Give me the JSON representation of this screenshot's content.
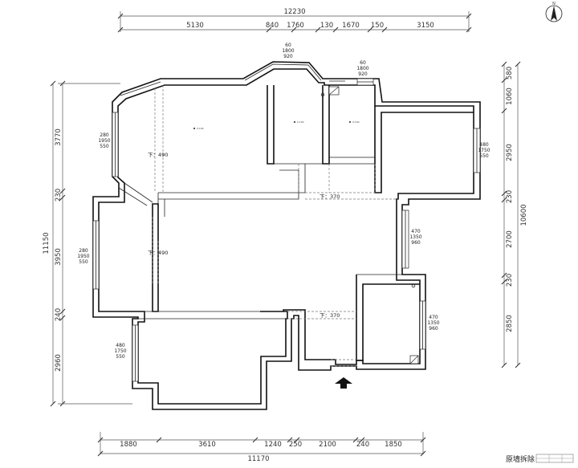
{
  "top_dims": {
    "overall": "12230",
    "segments": [
      "5130",
      "840",
      "1760",
      "130",
      "1670",
      "150",
      "3150"
    ]
  },
  "bottom_dims": {
    "overall": "11170",
    "segments": [
      "1880",
      "3610",
      "1240",
      "250",
      "2100",
      "240",
      "1850"
    ]
  },
  "left_dims": {
    "overall": "11150",
    "segments": [
      "3770",
      "230",
      "3950",
      "240",
      "2960"
    ]
  },
  "right_dims": {
    "overall": "10600",
    "segments": [
      "580",
      "1060",
      "2950",
      "230",
      "2700",
      "230",
      "2850"
    ]
  },
  "window_notes": {
    "bay_top": [
      "60",
      "1800",
      "920"
    ],
    "top_small": [
      "60",
      "1800",
      "920"
    ],
    "left_upper": [
      "280",
      "1950",
      "550"
    ],
    "left_middle": [
      "280",
      "1950",
      "550"
    ],
    "left_lower": [
      "480",
      "1750",
      "550"
    ],
    "right_upper": [
      "480",
      "1750",
      "550"
    ],
    "right_middle": [
      "470",
      "1350",
      "960"
    ],
    "right_lower": [
      "470",
      "1350",
      "960"
    ]
  },
  "level_notes": {
    "upper_left": "下：490",
    "middle_left": "下：490",
    "corridor_top": "下：370",
    "corridor_bottom": "下：370"
  },
  "tiny_notes": [
    "0.100",
    "0.100",
    "0.100"
  ],
  "title": "原墙拆除",
  "compass": "N"
}
